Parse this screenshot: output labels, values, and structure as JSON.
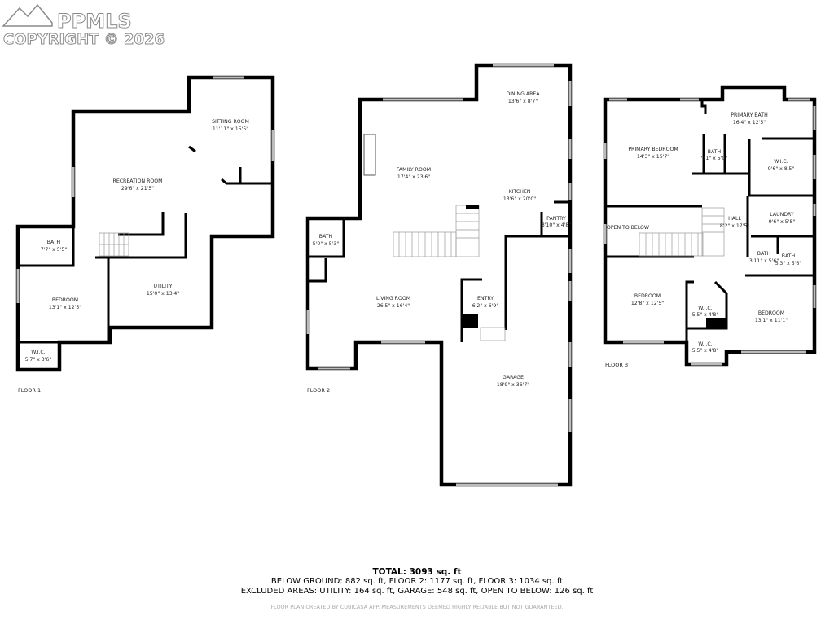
{
  "watermark": {
    "brand": "PPMLS",
    "copyright": "COPYRIGHT © 2026"
  },
  "floors": [
    {
      "label": "FLOOR 1",
      "rooms": [
        {
          "name": "SITTING ROOM",
          "size": "11'11\" x 15'5\""
        },
        {
          "name": "RECREATION ROOM",
          "size": "29'6\" x 21'5\""
        },
        {
          "name": "BATH",
          "size": "7'7\" x 5'5\""
        },
        {
          "name": "BEDROOM",
          "size": "13'1\" x 12'5\""
        },
        {
          "name": "UTILITY",
          "size": "15'0\" x 13'4\""
        },
        {
          "name": "W.I.C.",
          "size": "5'7\" x 3'6\""
        }
      ]
    },
    {
      "label": "FLOOR 2",
      "rooms": [
        {
          "name": "DINING AREA",
          "size": "13'6\" x 8'7\""
        },
        {
          "name": "FAMILY ROOM",
          "size": "17'4\" x 23'6\""
        },
        {
          "name": "KITCHEN",
          "size": "13'6\" x 20'0\""
        },
        {
          "name": "PANTRY",
          "size": "3'10\" x 4'8\""
        },
        {
          "name": "BATH",
          "size": "5'0\" x 5'3\""
        },
        {
          "name": "LIVING ROOM",
          "size": "26'5\" x 16'4\""
        },
        {
          "name": "ENTRY",
          "size": "6'2\" x 6'9\""
        },
        {
          "name": "GARAGE",
          "size": "18'9\" x 36'7\""
        }
      ]
    },
    {
      "label": "FLOOR 3",
      "rooms": [
        {
          "name": "PRIMARY BATH",
          "size": "16'4\" x 12'5\""
        },
        {
          "name": "PRIMARY BEDROOM",
          "size": "14'3\" x 15'7\""
        },
        {
          "name": "BATH",
          "size": "'11\" x 5'0\""
        },
        {
          "name": "W.I.C.",
          "size": "9'6\" x 8'5\""
        },
        {
          "name": "HALL",
          "size": "8'2\" x 17'5\""
        },
        {
          "name": "LAUNDRY",
          "size": "9'6\" x 5'8\""
        },
        {
          "name": "OPEN TO BELOW",
          "size": ""
        },
        {
          "name": "BATH",
          "size": "3'11\" x 5'6\""
        },
        {
          "name": "BATH",
          "size": "5'3\" x 5'6\""
        },
        {
          "name": "BEDROOM",
          "size": "12'8\" x 12'5\""
        },
        {
          "name": "W.I.C.",
          "size": "5'5\" x 4'8\""
        },
        {
          "name": "BEDROOM",
          "size": "13'1\" x 11'1\""
        },
        {
          "name": "W.I.C.",
          "size": "5'5\" x 4'8\""
        }
      ]
    }
  ],
  "summary": {
    "total": "TOTAL: 3093 sq. ft",
    "areas": "BELOW GROUND: 882 sq. ft, FLOOR 2: 1177 sq. ft, FLOOR 3: 1034 sq. ft",
    "excluded": "EXCLUDED AREAS: UTILITY: 164 sq. ft, GARAGE: 548 sq. ft, OPEN TO BELOW: 126 sq. ft",
    "disclaimer": "FLOOR PLAN CREATED BY CUBICASA APP. MEASUREMENTS DEEMED HIGHLY RELIABLE BUT NOT GUARANTEED."
  }
}
